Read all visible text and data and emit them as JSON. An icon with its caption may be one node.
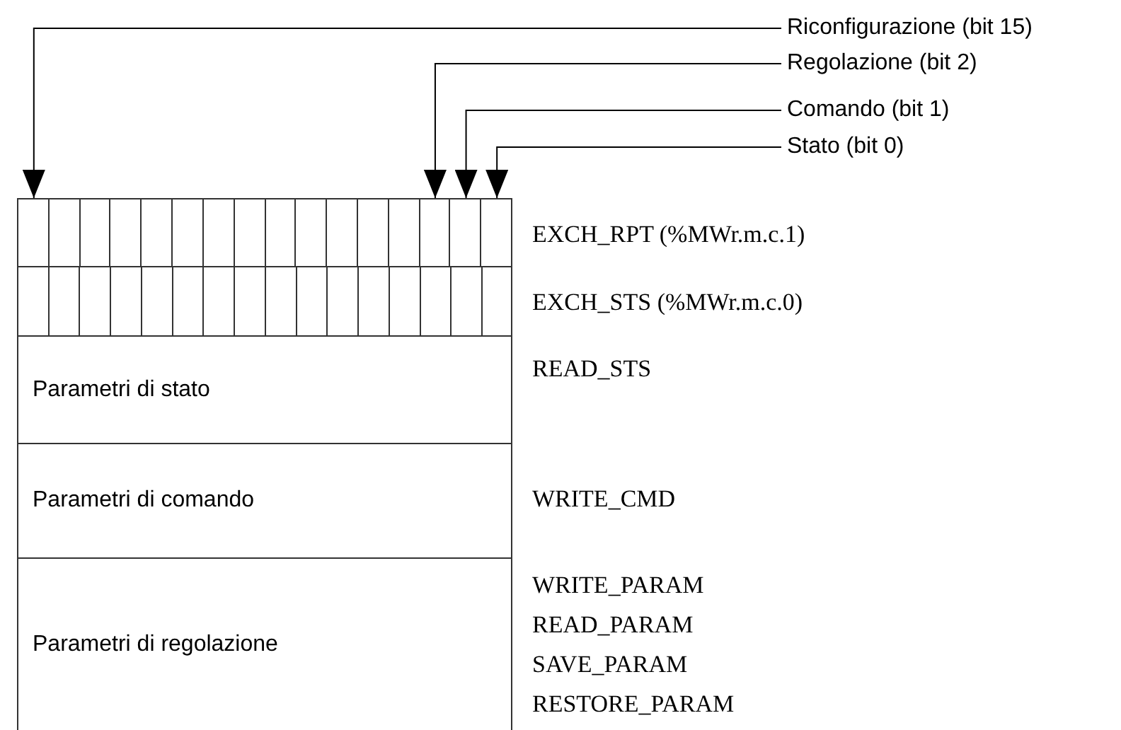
{
  "diagram": {
    "nodes": [
      {
        "text": [
          "Riconfigurazione (bit 15)"
        ]
      },
      {
        "text": [
          "Regolazione (bit 2)"
        ]
      },
      {
        "text": [
          "Comando (bit 1)"
        ]
      },
      {
        "text": [
          "Stato (bit 0)"
        ]
      },
      {
        "text": [],
        "shape": "box",
        "beside": [
          "EXCH_RPT (%MWr.m.c.1)"
        ]
      },
      {
        "text": [],
        "shape": "box",
        "in": 4
      },
      {
        "text": [],
        "shape": "box",
        "in": 4
      },
      {
        "text": [],
        "shape": "box",
        "in": 4
      },
      {
        "text": [],
        "shape": "box",
        "in": 4
      },
      {
        "text": [],
        "shape": "box",
        "in": 4
      },
      {
        "text": [],
        "shape": "box",
        "in": 4
      },
      {
        "text": [],
        "shape": "box",
        "in": 4
      },
      {
        "text": [],
        "shape": "box",
        "in": 4
      },
      {
        "text": [],
        "shape": "box",
        "in": 4
      },
      {
        "text": [],
        "shape": "box",
        "in": 4
      },
      {
        "text": [],
        "shape": "box",
        "in": 4
      },
      {
        "text": [],
        "shape": "box",
        "in": 4
      },
      {
        "text": [],
        "shape": "box",
        "in": 4
      },
      {
        "text": [],
        "shape": "box",
        "in": 4
      },
      {
        "text": [],
        "shape": "box",
        "in": 4
      },
      {
        "text": [],
        "shape": "box",
        "in": 4
      },
      {
        "text": [],
        "shape": "box",
        "beside": [
          "EXCH_STS (%MWr.m.c.0)"
        ]
      },
      {
        "text": [
          "Parametri di stato"
        ],
        "beside": [
          "READ_STS"
        ]
      },
      {
        "text": [
          "Parametri di comando"
        ],
        "beside": [
          "WRITE_CMD"
        ]
      },
      {
        "text": [
          "Parametri di regolazione"
        ],
        "beside": [
          "WRITE_PARAM",
          "READ_PARAM",
          "SAVE_PARAM",
          "RESTORE_PARAM"
        ]
      }
    ],
    "edges": [
      {
        "from": 0,
        "to": 5,
        "arrow": "to"
      },
      {
        "from": 1,
        "to": 18,
        "arrow": "to"
      },
      {
        "from": 2,
        "to": 19,
        "arrow": "to"
      },
      {
        "from": 3,
        "to": 20,
        "arrow": "to"
      }
    ]
  }
}
